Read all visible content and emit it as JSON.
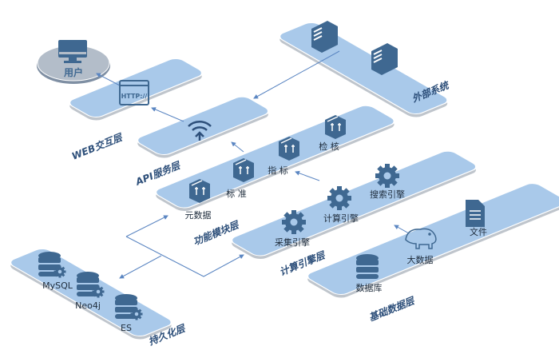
{
  "user": {
    "label": "用户"
  },
  "layers": {
    "web": {
      "label": "WEB交互层",
      "icon_text": "HTTP://"
    },
    "api": {
      "label": "API服务层"
    },
    "function": {
      "label": "功能模块层",
      "items": [
        "元数据",
        "标 准",
        "指 标",
        "检 核"
      ]
    },
    "engine": {
      "label": "计算引擎层",
      "items": [
        "采集引擎",
        "计算引擎",
        "搜索引擎"
      ]
    },
    "base": {
      "label": "基础数据层",
      "items": [
        "数据库",
        "大数据",
        "文件"
      ]
    },
    "external": {
      "label": "外部系统"
    },
    "persist": {
      "label": "持久化层",
      "items": [
        "MySQL",
        "Neo4j",
        "ES"
      ]
    }
  },
  "colors": {
    "slab": "#a9c9ea",
    "icon": "#3f6891",
    "line": "#5b86c2"
  }
}
